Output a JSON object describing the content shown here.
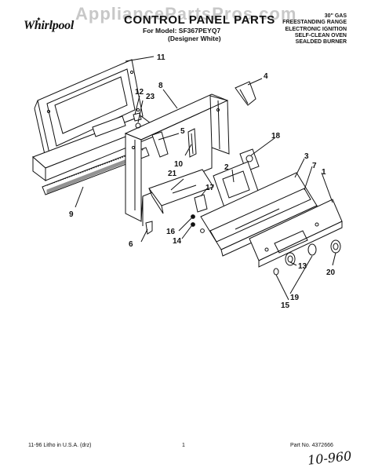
{
  "watermark": "AppliancePartsPros.com",
  "brand": "Whirlpool",
  "title": "CONTROL PANEL PARTS",
  "model_line": "For Model: SF367PEYQ7",
  "finish_line": "(Designer White)",
  "description_lines": [
    "30\" GAS",
    "FREESTANDING RANGE",
    "ELECTRONIC IGNITION",
    "SELF-CLEAN OVEN",
    "SEALDED BURNER"
  ],
  "callouts": [
    "11",
    "12",
    "23",
    "8",
    "4",
    "5",
    "10",
    "18",
    "2",
    "3",
    "7",
    "1",
    "21",
    "17",
    "9",
    "16",
    "14",
    "6",
    "13",
    "20",
    "19",
    "15"
  ],
  "footer": {
    "left": "11-96 Litho in U.S.A. (drz)",
    "center": "1",
    "right": "Part No. 4372666"
  },
  "handwritten_note": "10-960",
  "colors": {
    "line": "#111111",
    "watermark": "#c8c8c8",
    "background": "#ffffff"
  }
}
